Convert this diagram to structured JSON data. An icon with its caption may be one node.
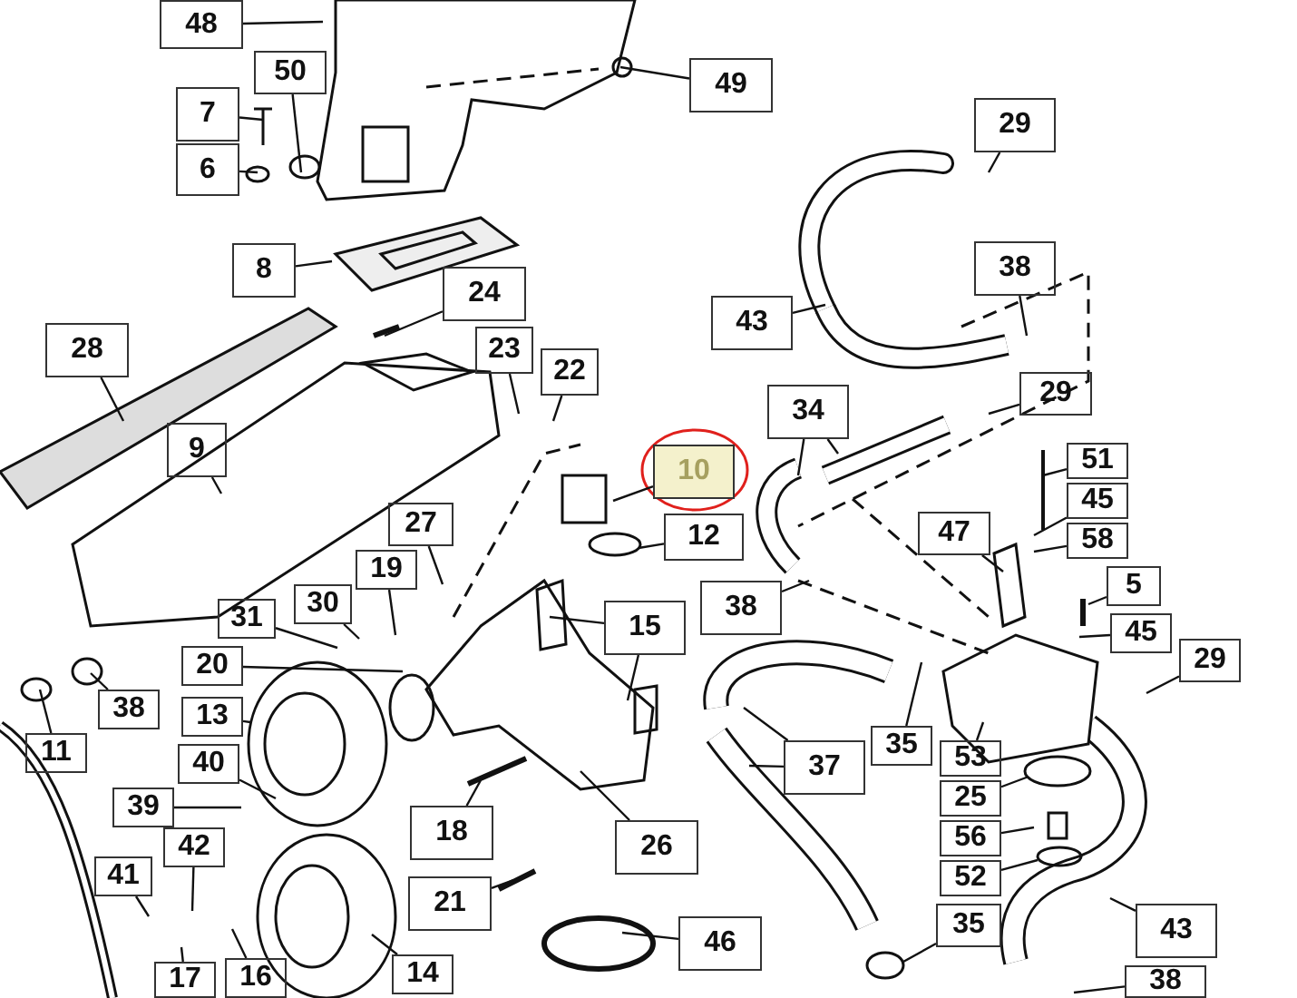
{
  "diagram": {
    "nodes": [
      {
        "text": [
          "48"
        ]
      },
      {
        "text": [
          "50"
        ]
      },
      {
        "text": [
          "7"
        ]
      },
      {
        "text": [
          "6"
        ]
      },
      {
        "text": [
          "49"
        ]
      },
      {
        "text": [
          "29"
        ]
      },
      {
        "text": [
          "38"
        ]
      },
      {
        "text": [
          "8"
        ]
      },
      {
        "text": [
          "24"
        ]
      },
      {
        "text": [
          "43"
        ]
      },
      {
        "text": [
          "28"
        ]
      },
      {
        "text": [
          "23"
        ]
      },
      {
        "text": [
          "22"
        ]
      },
      {
        "text": [
          "29"
        ]
      },
      {
        "text": [
          "34"
        ]
      },
      {
        "text": [
          "9"
        ]
      },
      {
        "text": [
          "10"
        ]
      },
      {
        "text": [
          "51"
        ]
      },
      {
        "text": [
          "45"
        ]
      },
      {
        "text": [
          "12"
        ]
      },
      {
        "text": [
          "47"
        ]
      },
      {
        "text": [
          "58"
        ]
      },
      {
        "text": [
          "27"
        ]
      },
      {
        "text": [
          "19"
        ]
      },
      {
        "text": [
          "5"
        ]
      },
      {
        "text": [
          "30"
        ]
      },
      {
        "text": [
          "38"
        ]
      },
      {
        "text": [
          "31"
        ]
      },
      {
        "text": [
          "45"
        ]
      },
      {
        "text": [
          "15"
        ]
      },
      {
        "text": [
          "29"
        ]
      },
      {
        "text": [
          "20"
        ]
      },
      {
        "text": [
          "13"
        ]
      },
      {
        "text": [
          "38"
        ]
      },
      {
        "text": [
          "11"
        ]
      },
      {
        "text": [
          "40"
        ]
      },
      {
        "text": [
          "39"
        ]
      },
      {
        "text": [
          "35"
        ]
      },
      {
        "text": [
          "53"
        ]
      },
      {
        "text": [
          "37"
        ]
      },
      {
        "text": [
          "25"
        ]
      },
      {
        "text": [
          "56"
        ]
      },
      {
        "text": [
          "18"
        ]
      },
      {
        "text": [
          "52"
        ]
      },
      {
        "text": [
          "26"
        ]
      },
      {
        "text": [
          "42"
        ]
      },
      {
        "text": [
          "41"
        ]
      },
      {
        "text": [
          "21"
        ]
      },
      {
        "text": [
          "35"
        ]
      },
      {
        "text": [
          "43"
        ]
      },
      {
        "text": [
          "46"
        ]
      },
      {
        "text": [
          "17"
        ]
      },
      {
        "text": [
          "16"
        ]
      },
      {
        "text": [
          "14"
        ]
      },
      {
        "text": [
          "38"
        ]
      }
    ],
    "edges": [
      {
        "from": 0,
        "to": null,
        "arrow": "none"
      },
      {
        "from": 1,
        "to": null,
        "arrow": "none"
      },
      {
        "from": 2,
        "to": null,
        "arrow": "none"
      },
      {
        "from": 3,
        "to": null,
        "arrow": "none"
      },
      {
        "from": 4,
        "to": null,
        "arrow": "none"
      },
      {
        "from": 5,
        "to": null,
        "arrow": "none"
      },
      {
        "from": 6,
        "to": null,
        "arrow": "none"
      },
      {
        "from": 7,
        "to": null,
        "arrow": "none"
      },
      {
        "from": 8,
        "to": null,
        "arrow": "none"
      },
      {
        "from": 9,
        "to": null,
        "arrow": "none"
      },
      {
        "from": 10,
        "to": null,
        "arrow": "none"
      },
      {
        "from": 11,
        "to": null,
        "arrow": "none"
      },
      {
        "from": 12,
        "to": null,
        "arrow": "none"
      },
      {
        "from": 13,
        "to": null,
        "arrow": "none"
      },
      {
        "from": 14,
        "to": null,
        "arrow": "none"
      },
      {
        "from": 14,
        "to": null,
        "arrow": "none"
      },
      {
        "from": 15,
        "to": null,
        "arrow": "none"
      },
      {
        "from": 16,
        "to": null,
        "arrow": "none"
      },
      {
        "from": 17,
        "to": null,
        "arrow": "none"
      },
      {
        "from": 18,
        "to": null,
        "arrow": "none"
      },
      {
        "from": 19,
        "to": null,
        "arrow": "none"
      },
      {
        "from": 20,
        "to": null,
        "arrow": "none"
      },
      {
        "from": 21,
        "to": null,
        "arrow": "none"
      },
      {
        "from": 22,
        "to": null,
        "arrow": "none"
      },
      {
        "from": 23,
        "to": null,
        "arrow": "none"
      },
      {
        "from": 24,
        "to": null,
        "arrow": "none"
      },
      {
        "from": 25,
        "to": null,
        "arrow": "none"
      },
      {
        "from": 26,
        "to": null,
        "arrow": "none"
      },
      {
        "from": 27,
        "to": null,
        "arrow": "none"
      },
      {
        "from": 28,
        "to": null,
        "arrow": "none"
      },
      {
        "from": 29,
        "to": null,
        "arrow": "none"
      },
      {
        "from": 29,
        "to": null,
        "arrow": "none"
      },
      {
        "from": 30,
        "to": null,
        "arrow": "none"
      },
      {
        "from": 31,
        "to": null,
        "arrow": "none"
      },
      {
        "from": 32,
        "to": null,
        "arrow": "none"
      },
      {
        "from": 33,
        "to": null,
        "arrow": "none"
      },
      {
        "from": 34,
        "to": null,
        "arrow": "none"
      },
      {
        "from": 35,
        "to": null,
        "arrow": "none"
      },
      {
        "from": 36,
        "to": null,
        "arrow": "none"
      },
      {
        "from": 37,
        "to": null,
        "arrow": "none"
      },
      {
        "from": 38,
        "to": null,
        "arrow": "none"
      },
      {
        "from": 39,
        "to": null,
        "arrow": "none"
      },
      {
        "from": 39,
        "to": null,
        "arrow": "none"
      },
      {
        "from": 40,
        "to": null,
        "arrow": "none"
      },
      {
        "from": 41,
        "to": null,
        "arrow": "none"
      },
      {
        "from": 42,
        "to": null,
        "arrow": "none"
      },
      {
        "from": 43,
        "to": null,
        "arrow": "none"
      },
      {
        "from": 44,
        "to": null,
        "arrow": "none"
      },
      {
        "from": 45,
        "to": null,
        "arrow": "none"
      },
      {
        "from": 46,
        "to": null,
        "arrow": "none"
      },
      {
        "from": 47,
        "to": null,
        "arrow": "none"
      },
      {
        "from": 48,
        "to": null,
        "arrow": "none"
      },
      {
        "from": 49,
        "to": null,
        "arrow": "none"
      },
      {
        "from": 50,
        "to": null,
        "arrow": "none"
      },
      {
        "from": 51,
        "to": null,
        "arrow": "none"
      },
      {
        "from": 52,
        "to": null,
        "arrow": "none"
      },
      {
        "from": 53,
        "to": null,
        "arrow": "none"
      },
      {
        "from": 54,
        "to": null,
        "arrow": "none"
      }
    ]
  }
}
